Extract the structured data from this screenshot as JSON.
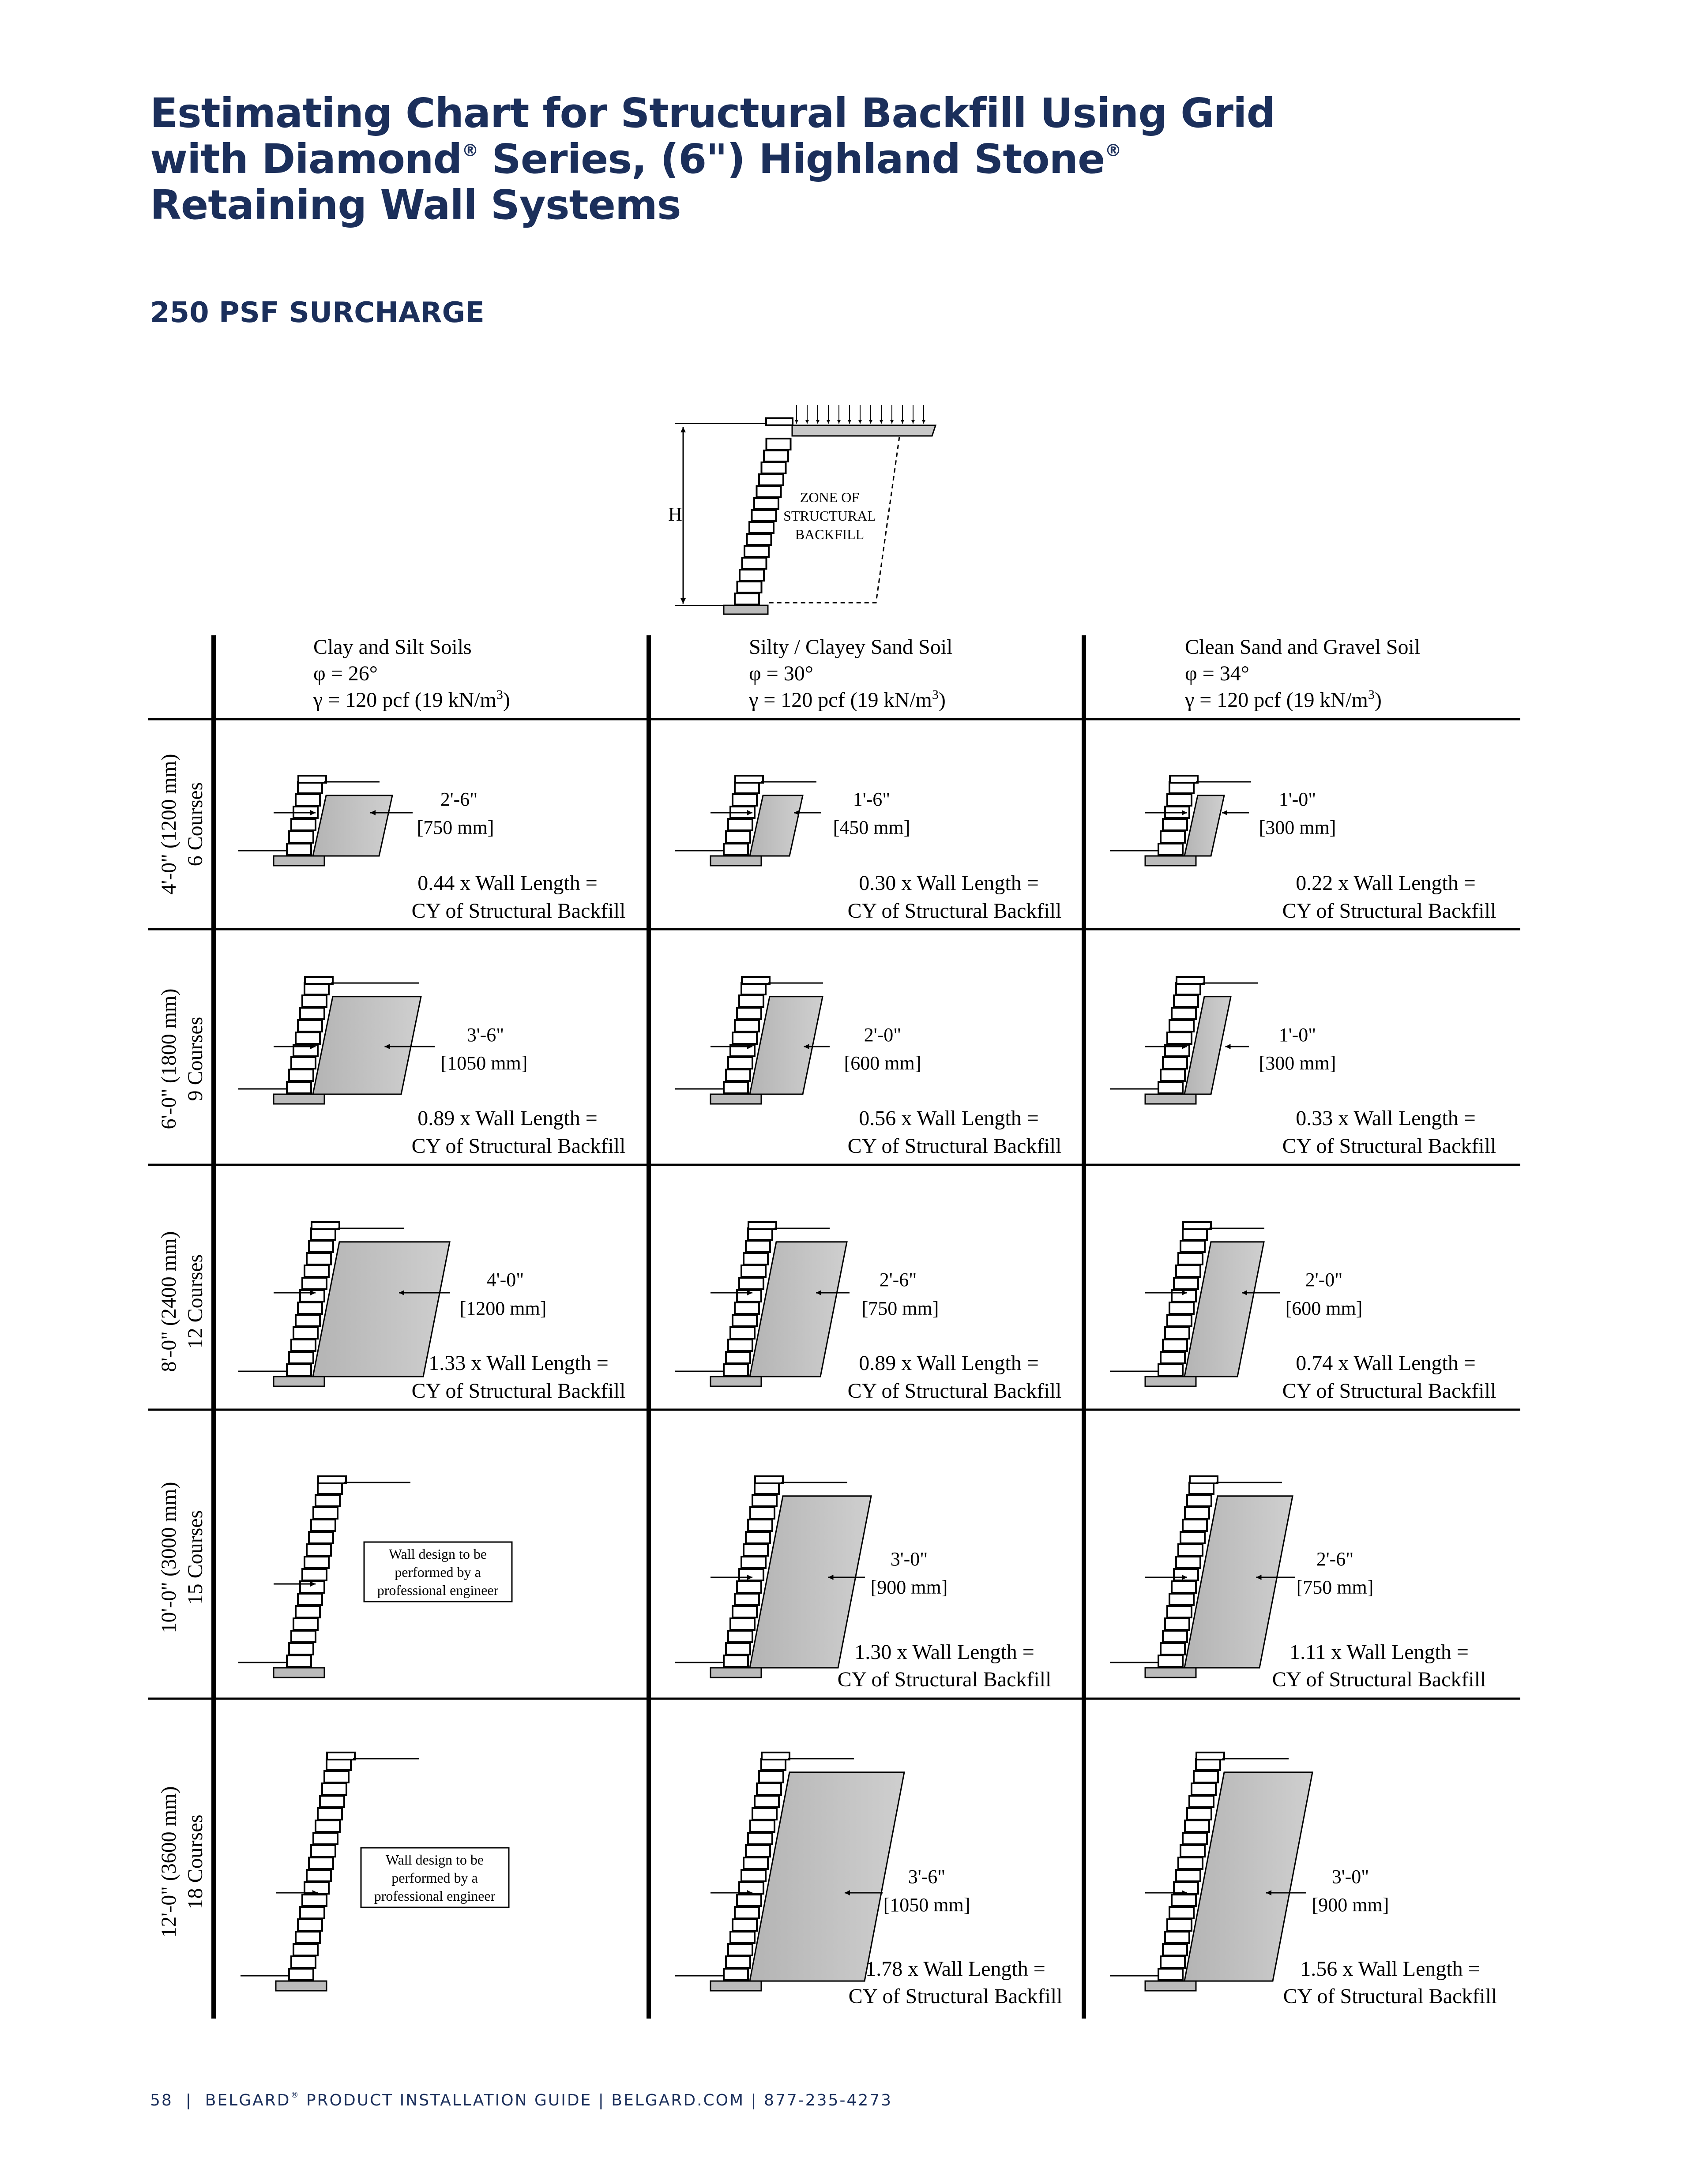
{
  "title": {
    "line1": "Estimating Chart for Structural Backfill Using Grid",
    "line2a": "with Diamond",
    "line2b": " Series, (6\") Highland Stone",
    "line3": "Retaining Wall Systems",
    "reg": "®"
  },
  "subtitle": "250 PSF SURCHARGE",
  "top_diagram": {
    "h_label": "H",
    "zone_lines": [
      "ZONE OF",
      "STRUCTURAL",
      "BACKFILL"
    ]
  },
  "columns": [
    {
      "soil": "Clay and Silt Soils",
      "phi": "φ = 26°",
      "gamma": "γ = 120 pcf (19 kN/m",
      "gamma_sup": "3",
      "gamma_end": ")"
    },
    {
      "soil": "Silty / Clayey Sand Soil",
      "phi": "φ = 30°",
      "gamma": "γ = 120 pcf (19 kN/m",
      "gamma_sup": "3",
      "gamma_end": ")"
    },
    {
      "soil": "Clean Sand and Gravel Soil",
      "phi": "φ = 34°",
      "gamma": "γ = 120 pcf (19 kN/m",
      "gamma_sup": "3",
      "gamma_end": ")"
    }
  ],
  "rows": [
    {
      "height": "4'-0\" (1200 mm)",
      "courses": "6 Courses"
    },
    {
      "height": "6'-0\" (1800 mm)",
      "courses": "9 Courses"
    },
    {
      "height": "8'-0\" (2400 mm)",
      "courses": "12 Courses"
    },
    {
      "height": "10'-0\" (3000 mm)",
      "courses": "15 Courses"
    },
    {
      "height": "12'-0\" (3600 mm)",
      "courses": "18 Courses"
    }
  ],
  "cells": [
    [
      {
        "dim": "2'-6\"",
        "mm": "[750 mm]",
        "factor": "0.44 x Wall Length =",
        "unit": "CY of Structural Backfill"
      },
      {
        "dim": "1'-6\"",
        "mm": "[450 mm]",
        "factor": "0.30 x Wall Length =",
        "unit": "CY of Structural Backfill"
      },
      {
        "dim": "1'-0\"",
        "mm": "[300 mm]",
        "factor": "0.22 x Wall Length =",
        "unit": "CY of Structural Backfill"
      }
    ],
    [
      {
        "dim": "3'-6\"",
        "mm": "[1050 mm]",
        "factor": "0.89 x Wall Length =",
        "unit": "CY of Structural Backfill"
      },
      {
        "dim": "2'-0\"",
        "mm": "[600 mm]",
        "factor": "0.56 x Wall Length =",
        "unit": "CY of Structural Backfill"
      },
      {
        "dim": "1'-0\"",
        "mm": "[300 mm]",
        "factor": "0.33 x Wall Length =",
        "unit": "CY of Structural Backfill"
      }
    ],
    [
      {
        "dim": "4'-0\"",
        "mm": "[1200 mm]",
        "factor": "1.33 x Wall Length =",
        "unit": "CY of Structural Backfill"
      },
      {
        "dim": "2'-6\"",
        "mm": "[750 mm]",
        "factor": "0.89 x Wall Length =",
        "unit": "CY of Structural Backfill"
      },
      {
        "dim": "2'-0\"",
        "mm": "[600 mm]",
        "factor": "0.74 x Wall Length =",
        "unit": "CY of Structural Backfill"
      }
    ],
    [
      {
        "note": [
          "Wall design to be",
          "performed by a",
          "professional engineer"
        ]
      },
      {
        "dim": "3'-0\"",
        "mm": "[900 mm]",
        "factor": "1.30 x Wall Length =",
        "unit": "CY of Structural Backfill"
      },
      {
        "dim": "2'-6\"",
        "mm": "[750 mm]",
        "factor": "1.11 x Wall Length =",
        "unit": "CY of Structural Backfill"
      }
    ],
    [
      {
        "note": [
          "Wall design to be",
          "performed by a",
          "professional engineer"
        ]
      },
      {
        "dim": "3'-6\"",
        "mm": "[1050 mm]",
        "factor": "1.78 x Wall Length =",
        "unit": "CY of Structural Backfill"
      },
      {
        "dim": "3'-0\"",
        "mm": "[900 mm]",
        "factor": "1.56 x Wall Length =",
        "unit": "CY of Structural Backfill"
      }
    ]
  ],
  "footer": {
    "page": "58",
    "brand": "BELGARD",
    "rest": " PRODUCT INSTALLATION GUIDE | BELGARD.COM | 877-235-4273",
    "reg": "®"
  }
}
